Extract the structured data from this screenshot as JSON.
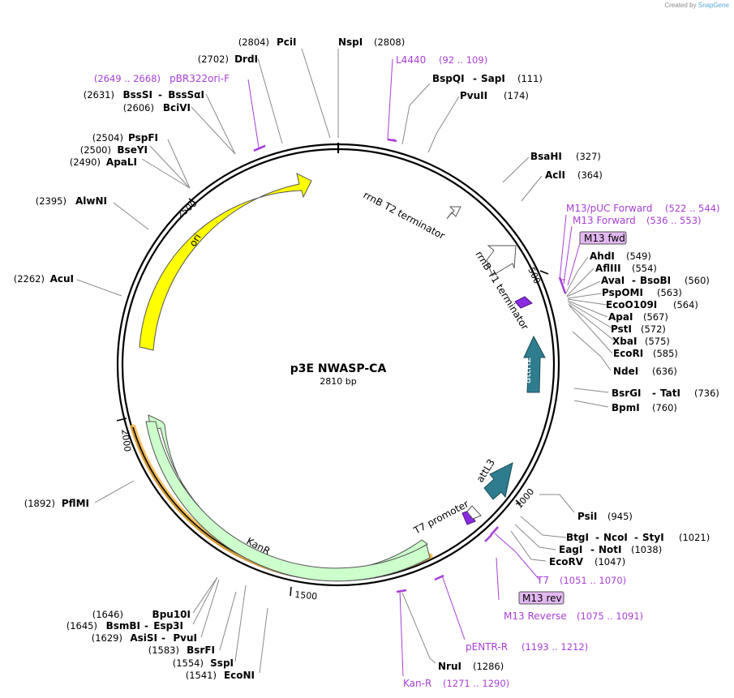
{
  "credit": {
    "prefix": "Created by",
    "brand": "SnapGene"
  },
  "plasmid": {
    "name": "p3E NWASP-CA",
    "size": "2810 bp"
  },
  "ticks": [
    "500",
    "1000",
    "1500",
    "2000",
    "2500"
  ],
  "features": [
    {
      "name": "ori",
      "color": "#ffff00"
    },
    {
      "name": "KanR",
      "color": "#ccffcc"
    },
    {
      "name": "attR2",
      "color": "#2e7d8f"
    },
    {
      "name": "attL3",
      "color": "#2e7d8f"
    },
    {
      "name": "rrnB T2 terminator",
      "color": "#ffffff"
    },
    {
      "name": "rrnB T1 terminator",
      "color": "#ffffff"
    },
    {
      "name": "T7 promoter",
      "color": "#ffffff"
    }
  ],
  "sites": [
    {
      "name": "PciI",
      "pos": "(2804)"
    },
    {
      "name": "NspI",
      "pos": "(2808)"
    },
    {
      "name": "BspQI",
      "sep": "-",
      "name2": "SapI",
      "pos": "(111)"
    },
    {
      "name": "PvuII",
      "pos": "(174)"
    },
    {
      "name": "BsaHI",
      "pos": "(327)"
    },
    {
      "name": "AclI",
      "pos": "(364)"
    },
    {
      "name": "AhdI",
      "pos": "(549)"
    },
    {
      "name": "AflIII",
      "pos": "(554)"
    },
    {
      "name": "AvaI",
      "sep": "-",
      "name2": "BsoBI",
      "pos": "(560)"
    },
    {
      "name": "PspOMI",
      "pos": "(563)"
    },
    {
      "name": "EcoO109I",
      "pos": "(564)"
    },
    {
      "name": "ApaI",
      "pos": "(567)"
    },
    {
      "name": "PstI",
      "pos": "(572)"
    },
    {
      "name": "XbaI",
      "pos": "(575)"
    },
    {
      "name": "EcoRI",
      "pos": "(585)"
    },
    {
      "name": "NdeI",
      "pos": "(636)"
    },
    {
      "name": "BsrGI",
      "sep": "-",
      "name2": "TatI",
      "pos": "(736)"
    },
    {
      "name": "BpmI",
      "pos": "(760)"
    },
    {
      "name": "PsiI",
      "pos": "(945)"
    },
    {
      "name": "BtgI",
      "sep": "-",
      "name2": "NcoI",
      "sep2": "-",
      "name3": "StyI",
      "pos": "(1021)"
    },
    {
      "name": "EagI",
      "sep": "-",
      "name2": "NotI",
      "pos": "(1038)"
    },
    {
      "name": "EcoRV",
      "pos": "(1047)"
    },
    {
      "name": "NruI",
      "pos": "(1286)"
    },
    {
      "name": "EcoNI",
      "pos": "(1541)"
    },
    {
      "name": "SspI",
      "pos": "(1554)"
    },
    {
      "name": "BsrFI",
      "pos": "(1583)"
    },
    {
      "name": "AsiSI",
      "sep": "-",
      "name2": "PvuI",
      "pos": "(1629)"
    },
    {
      "name": "BsmBI",
      "sep": "-",
      "name2": "Esp3I",
      "pos": "(1645)"
    },
    {
      "name": "Bpu10I",
      "pos": "(1646)"
    },
    {
      "name": "PflMI",
      "pos": "(1892)"
    },
    {
      "name": "AcuI",
      "pos": "(2262)"
    },
    {
      "name": "AlwNI",
      "pos": "(2395)"
    },
    {
      "name": "ApaLI",
      "pos": "(2490)"
    },
    {
      "name": "BseYI",
      "pos": "(2500)"
    },
    {
      "name": "PspFI",
      "pos": "(2504)"
    },
    {
      "name": "BciVI",
      "pos": "(2606)"
    },
    {
      "name": "BssSI",
      "sep": "-",
      "name2": "BssSαI",
      "pos": "(2631)"
    },
    {
      "name": "DrdI",
      "pos": "(2702)"
    }
  ],
  "primers": [
    {
      "name": "L4440",
      "pos": "(92 .. 109)"
    },
    {
      "name": "M13/pUC Forward",
      "pos": "(522 .. 544)"
    },
    {
      "name": "M13 Forward",
      "pos": "(536 .. 553)"
    },
    {
      "name": "M13 fwd",
      "boxed": true
    },
    {
      "name": "T7",
      "pos": "(1051 .. 1070)"
    },
    {
      "name": "M13 rev",
      "boxed": true
    },
    {
      "name": "M13 Reverse",
      "pos": "(1075 .. 1091)"
    },
    {
      "name": "pENTR-R",
      "pos": "(1193 .. 1212)"
    },
    {
      "name": "Kan-R",
      "pos": "(1271 .. 1290)"
    },
    {
      "name": "pBR322ori-F",
      "pos": "(2649 .. 2668)"
    }
  ]
}
